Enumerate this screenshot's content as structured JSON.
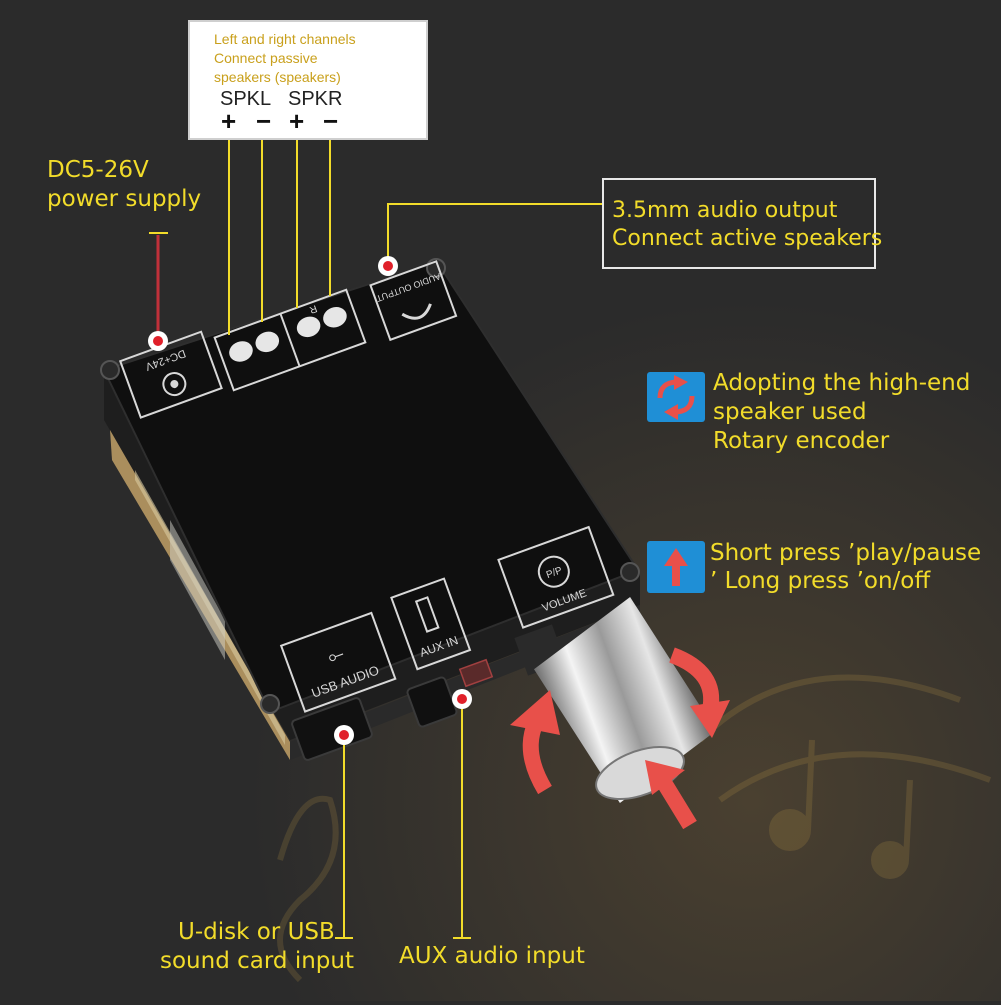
{
  "speaker_callout": {
    "lines": [
      "Left and right channels",
      "Connect passive",
      "speakers (speakers)"
    ],
    "spkl": "SPKL",
    "spkr": "SPKR",
    "pins": [
      "+",
      "−",
      "+",
      "−"
    ]
  },
  "power_callout": {
    "lines": [
      "DC5-26V",
      "power supply"
    ]
  },
  "audio_out_callout": {
    "lines": [
      "3.5mm audio output",
      "Connect active speakers"
    ]
  },
  "encoder_callout": {
    "icon": "rotate-arrows-icon",
    "lines": [
      "Adopting the high-end",
      "speaker used",
      "Rotary encoder"
    ]
  },
  "press_callout": {
    "icon": "up-arrow-icon",
    "lines": [
      "Short press ’play/pause",
      "’ Long press ’on/off"
    ]
  },
  "usb_callout": {
    "lines": [
      "U-disk or USB",
      "sound card input"
    ]
  },
  "aux_callout": {
    "lines": [
      "AUX audio input"
    ]
  },
  "board": {
    "dc_label": "DC+24V",
    "audio_output_label": "AUDIO OUTPUT",
    "usb_label": "USB AUDIO",
    "aux_label": "AUX IN",
    "volume_label": "VOLUME",
    "pp_label": "P/P",
    "r_label": "R"
  },
  "colors": {
    "background": "#2b2b2b",
    "label_yellow": "#f2dc2a",
    "marker_red": "#e0202a",
    "arrow_red": "#e8504a",
    "icon_blue": "#1f8fd6",
    "board_black": "#111111"
  }
}
